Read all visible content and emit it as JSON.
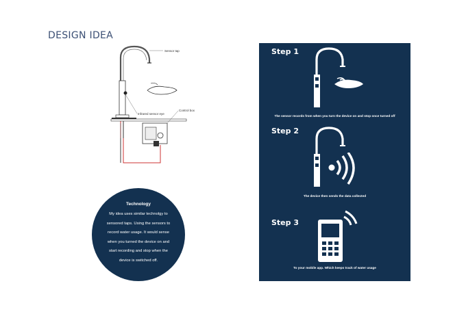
{
  "page_title": "DESIGN IDEA",
  "diagram": {
    "labels": {
      "sensor_tap": "Sensor tap",
      "infrared_sensor_eye": "Infrared sensor eye",
      "control_box": "Control box"
    }
  },
  "technology": {
    "title": "Technology",
    "lines": [
      "My idea uses similar technolgy to",
      "sensored taps. Using the sensors to",
      "record water usage. It would sense",
      "when you turned the device on and",
      "start recording and stop when the",
      "device is switched off."
    ]
  },
  "steps": [
    {
      "title": "Step 1",
      "caption": "The sensor records from when you turn the device on and stop once turned off"
    },
    {
      "title": "Step 2",
      "caption": "The device then sends the data collected"
    },
    {
      "title": "Step 3",
      "caption": "To your mobile app. Which keeps track of water usage"
    }
  ],
  "colors": {
    "navy": "#133150",
    "title": "#3b4f74"
  }
}
